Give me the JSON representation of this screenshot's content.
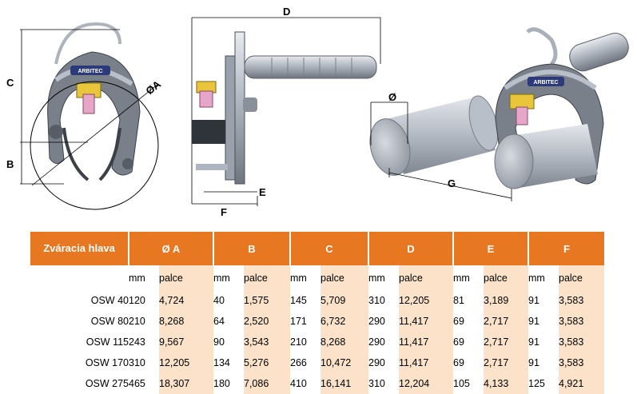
{
  "figure": {
    "labels": {
      "c": "C",
      "b": "B",
      "a": "ØA",
      "d": "D",
      "e": "E",
      "f": "F",
      "diam": "Ø",
      "g": "G"
    },
    "logo": "ARBITEC"
  },
  "table": {
    "header": {
      "model": "Zváracia hlava",
      "cols": [
        "Ø A",
        "B",
        "C",
        "D",
        "E",
        "F"
      ]
    },
    "units": {
      "mm": "mm",
      "in": "palce"
    },
    "rows": [
      {
        "model": "OSW 40",
        "vals": [
          "120",
          "4,724",
          "40",
          "1,575",
          "145",
          "5,709",
          "310",
          "12,205",
          "81",
          "3,189",
          "91",
          "3,583"
        ]
      },
      {
        "model": "OSW 80",
        "vals": [
          "210",
          "8,268",
          "64",
          "2,520",
          "171",
          "6,732",
          "290",
          "11,417",
          "69",
          "2,717",
          "91",
          "3,583"
        ]
      },
      {
        "model": "OSW 115",
        "vals": [
          "243",
          "9,567",
          "90",
          "3,543",
          "210",
          "8,268",
          "290",
          "11,417",
          "69",
          "2,717",
          "91",
          "3,583"
        ]
      },
      {
        "model": "OSW 170",
        "vals": [
          "310",
          "12,205",
          "134",
          "5,276",
          "266",
          "10,472",
          "290",
          "11,417",
          "69",
          "2,717",
          "91",
          "3,583"
        ]
      },
      {
        "model": "OSW 275",
        "vals": [
          "465",
          "18,307",
          "180",
          "7,086",
          "410",
          "16,141",
          "310",
          "12,204",
          "105",
          "4,133",
          "125",
          "4,921"
        ]
      }
    ]
  },
  "colors": {
    "accent": "#e87722",
    "inch_bg": "#fbe2c9"
  }
}
